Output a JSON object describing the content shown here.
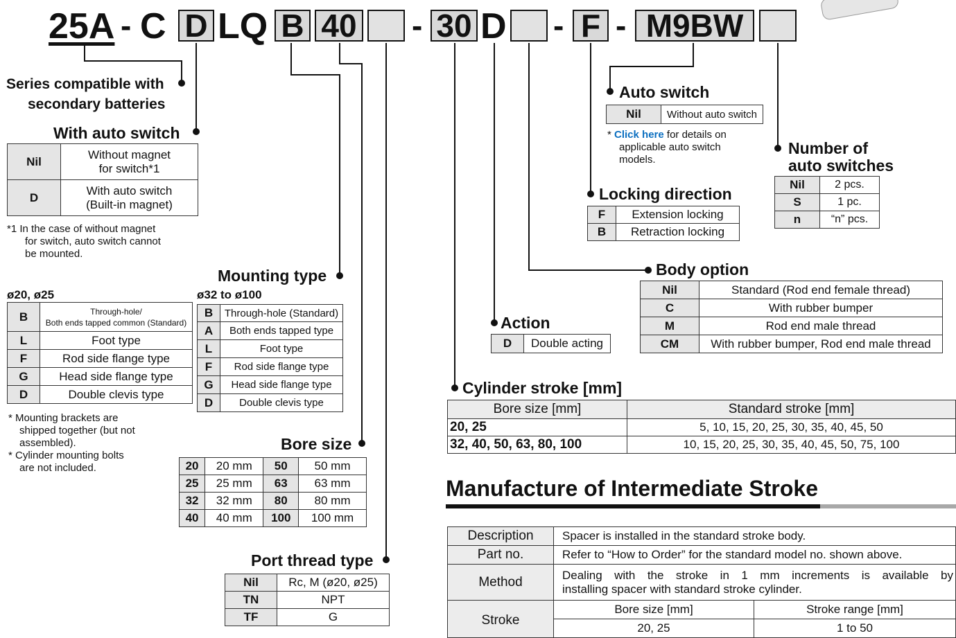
{
  "code": {
    "series": "25A",
    "dash1": "-",
    "c": "C",
    "d": "D",
    "lq": "LQ",
    "b": "B",
    "bore": "40",
    "dash2": "-",
    "stroke": "30",
    "action": "D",
    "dash3": "-",
    "lock": "F",
    "dash4": "-",
    "switch": "M9BW"
  },
  "series_label": [
    "Series compatible with",
    "secondary batteries"
  ],
  "with_auto_switch": {
    "title": "With auto switch",
    "rows": [
      {
        "k": "Nil",
        "v1": "Without magnet",
        "v2": "for switch*1"
      },
      {
        "k": "D",
        "v1": "With auto switch",
        "v2": "(Built-in magnet)"
      }
    ],
    "note": [
      "*1  In the case of without magnet",
      "for switch, auto switch cannot",
      "be mounted."
    ]
  },
  "mounting": {
    "title": "Mounting type",
    "small_head": "ø20, ø25",
    "large_head": "ø32 to ø100",
    "small_rows": [
      {
        "k": "B",
        "v1": "Through-hole/",
        "v2": "Both ends tapped common (Standard)"
      },
      {
        "k": "L",
        "v1": "Foot type"
      },
      {
        "k": "F",
        "v1": "Rod side flange type"
      },
      {
        "k": "G",
        "v1": "Head side flange type"
      },
      {
        "k": "D",
        "v1": "Double clevis type"
      }
    ],
    "large_rows": [
      {
        "k": "B",
        "v": "Through-hole (Standard)"
      },
      {
        "k": "A",
        "v": "Both ends tapped type"
      },
      {
        "k": "L",
        "v": "Foot type"
      },
      {
        "k": "F",
        "v": "Rod side flange type"
      },
      {
        "k": "G",
        "v": "Head side flange type"
      },
      {
        "k": "D",
        "v": "Double clevis type"
      }
    ],
    "notes": [
      "* Mounting brackets are",
      "shipped together (but not",
      "assembled).",
      "* Cylinder mounting bolts",
      "are not included."
    ]
  },
  "bore_size": {
    "title": "Bore size",
    "rows": [
      [
        "20",
        "20 mm",
        "50",
        "50 mm"
      ],
      [
        "25",
        "25 mm",
        "63",
        "63 mm"
      ],
      [
        "32",
        "32 mm",
        "80",
        "80 mm"
      ],
      [
        "40",
        "40 mm",
        "100",
        "100 mm"
      ]
    ]
  },
  "port_thread": {
    "title": "Port thread type",
    "rows": [
      {
        "k": "Nil",
        "v": "Rc, M (ø20, ø25)"
      },
      {
        "k": "TN",
        "v": "NPT"
      },
      {
        "k": "TF",
        "v": "G"
      }
    ]
  },
  "action": {
    "title": "Action",
    "k": "D",
    "v": "Double acting"
  },
  "auto_switch": {
    "title": "Auto switch",
    "k": "Nil",
    "v": "Without auto switch",
    "note_link": "Click here",
    "note": [
      "for details on",
      "applicable auto switch",
      "models."
    ]
  },
  "num_switches": {
    "title1": "Number of",
    "title2": "auto switches",
    "rows": [
      {
        "k": "Nil",
        "v": "2 pcs."
      },
      {
        "k": "S",
        "v": "1 pc."
      },
      {
        "k": "n",
        "v": "“n” pcs."
      }
    ]
  },
  "locking": {
    "title": "Locking direction",
    "rows": [
      {
        "k": "F",
        "v": "Extension locking"
      },
      {
        "k": "B",
        "v": "Retraction locking"
      }
    ]
  },
  "body_option": {
    "title": "Body option",
    "rows": [
      {
        "k": "Nil",
        "v": "Standard (Rod end female thread)"
      },
      {
        "k": "C",
        "v": "With rubber bumper"
      },
      {
        "k": "M",
        "v": "Rod end male thread"
      },
      {
        "k": "CM",
        "v": "With rubber bumper, Rod end male thread"
      }
    ]
  },
  "cylinder_stroke": {
    "title": "Cylinder stroke [mm]",
    "h1": "Bore size [mm]",
    "h2": "Standard stroke [mm]",
    "rows": [
      {
        "k": "20, 25",
        "v": "5, 10, 15, 20, 25, 30, 35, 40, 45, 50"
      },
      {
        "k": "32, 40, 50, 63, 80, 100",
        "v": "10, 15, 20, 25, 30, 35, 40, 45, 50, 75, 100"
      }
    ]
  },
  "intermediate": {
    "title": "Manufacture of Intermediate Stroke",
    "rows": [
      {
        "k": "Description",
        "v": "Spacer is installed in the standard stroke body."
      },
      {
        "k": "Part no.",
        "v": "Refer to “How to Order” for the standard model no. shown above."
      },
      {
        "k": "Method",
        "v1": "Dealing with the stroke in 1 mm increments is available by",
        "v2": "installing spacer with standard stroke cylinder."
      }
    ],
    "stroke_label": "Stroke",
    "sub_h1": "Bore size [mm]",
    "sub_h2": "Stroke range [mm]",
    "sub_r1": [
      "20, 25",
      "1 to 50"
    ]
  }
}
